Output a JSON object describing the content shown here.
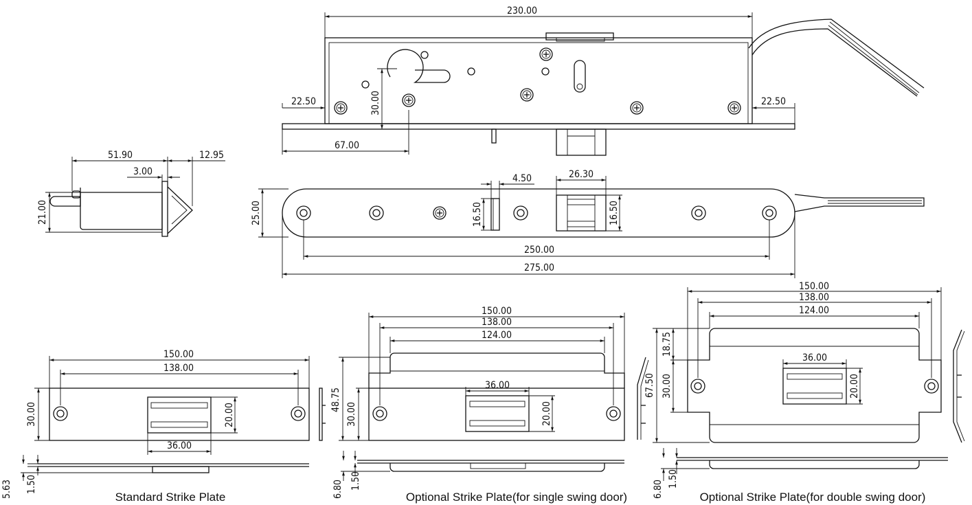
{
  "lock_body": {
    "overall_length": "230.00",
    "left_offset": "22.50",
    "right_offset": "22.50",
    "cylinder_height": "30.00",
    "backset": "67.00"
  },
  "side_view": {
    "depth": "51.90",
    "latch": "12.95",
    "plate_thickness": "3.00",
    "height": "21.00"
  },
  "face_plate": {
    "height": "25.00",
    "slot_width": "4.50",
    "slot_height": "16.50",
    "bolt_width": "26.30",
    "bolt_height": "16.50",
    "hole_spacing": "250.00",
    "overall_length": "275.00"
  },
  "standard_strike": {
    "caption": "Standard Strike Plate",
    "length": "150.00",
    "hole_spacing": "138.00",
    "height": "30.00",
    "opening_height": "20.00",
    "opening_width": "36.00",
    "thickness": "1.50",
    "depth": "5.63"
  },
  "single_strike": {
    "caption": "Optional Strike Plate(for single swing door)",
    "length": "150.00",
    "hole_spacing": "138.00",
    "lip_length": "124.00",
    "overall_height": "48.75",
    "height": "30.00",
    "opening_width": "36.00",
    "opening_height": "20.00",
    "thickness": "1.50",
    "depth": "6.80"
  },
  "double_strike": {
    "caption": "Optional Strike Plate(for double swing door)",
    "length": "150.00",
    "hole_spacing": "138.00",
    "lip_length": "124.00",
    "lip_height": "18.75",
    "overall_height": "67.50",
    "height": "30.00",
    "opening_width": "36.00",
    "opening_height": "20.00",
    "thickness": "1.50",
    "depth": "6.80"
  }
}
